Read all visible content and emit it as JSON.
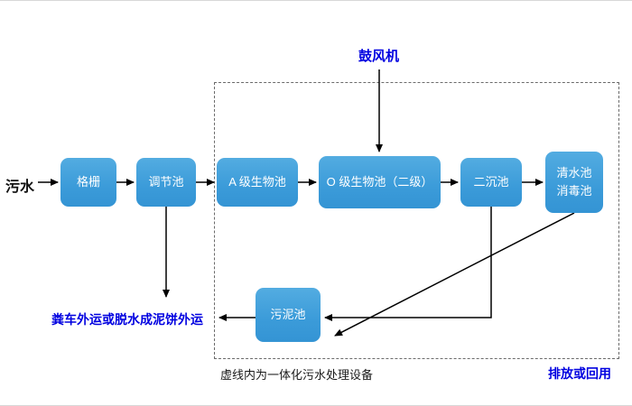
{
  "diagram": {
    "source_label": "污水",
    "blower_label": "鼓风机",
    "boxes": {
      "grid": "格栅",
      "regulating": "调节池",
      "a_bio": "A 级生物池",
      "o_bio": "O 级生物池（二级）",
      "secondary_sed": "二沉池",
      "clear_water": "清水池",
      "disinfection": "消毒池",
      "sludge": "污泥池"
    },
    "annotations": {
      "sludge_disposal": "粪车外运或脱水成泥饼外运",
      "discharge": "排放或回用",
      "boundary_caption": "虚线内为一体化污水处理设备"
    },
    "colors": {
      "box_fill": "#3FA0DC",
      "box_text": "#FFFFFF",
      "accent_blue_text": "#0000E0",
      "line": "#000000"
    }
  }
}
